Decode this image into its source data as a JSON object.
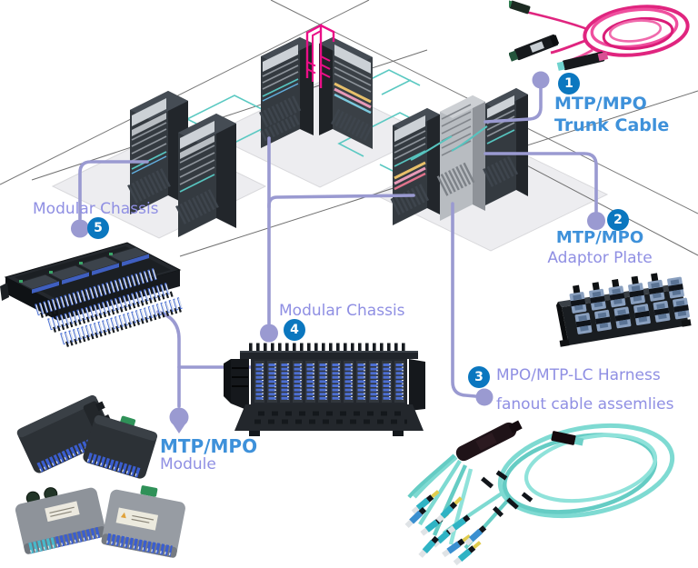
{
  "colors": {
    "accent_blue": "#3e91da",
    "periwinkle": "#8f8fe3",
    "badge_blue": "#0b77bf",
    "connector_purple": "#9a9ad1",
    "link_teal": "#5bc9c2",
    "trunk_magenta": "#ea0f87"
  },
  "callouts": {
    "c1": {
      "number": "1",
      "line1": "MTP/MPO",
      "line2": "Trunk Cable"
    },
    "c2": {
      "number": "2",
      "line1": "MTP/MPO",
      "line2": "Adaptor Plate"
    },
    "c3": {
      "number": "3",
      "line1": "MPO/MTP-LC Harness",
      "line2": "fanout cable assemlies"
    },
    "c4": {
      "number": "4",
      "label": "Modular Chassis"
    },
    "c5": {
      "number": "5",
      "label": "Modular Chassis"
    },
    "module": {
      "line1": "MTP/MPO",
      "line2": "Module"
    }
  },
  "illustrations": {
    "trunk_cable": "pink-mtp-mpo-trunk-cable-coil",
    "adaptor_plate": "mtp-mpo-adaptor-plate",
    "harness_cable": "aqua-mpo-lc-harness-fanout-cable",
    "chassis_iso": "modular-chassis-with-mtp-modules",
    "chassis_front": "modular-chassis-front-panel",
    "modules": "four-mtp-mpo-cassette-modules",
    "racks": "three-isometric-server-rack-groups"
  }
}
